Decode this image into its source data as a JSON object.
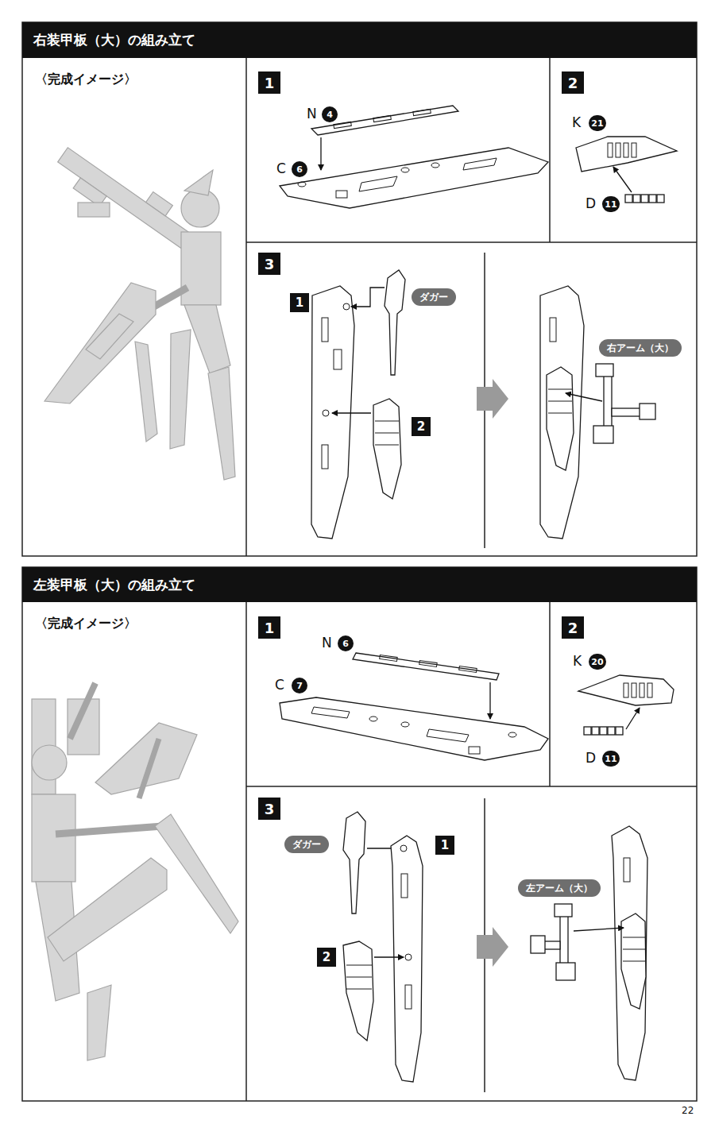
{
  "diagram": {
    "nodes": [
      {
        "text": [
          "右装甲板（大）の組み立て"
        ]
      },
      {
        "text": [
          "〈完成イメージ〉"
        ]
      },
      {
        "text": [
          "1"
        ]
      },
      {
        "text": [
          "4"
        ]
      },
      {
        "text": [
          "6"
        ]
      },
      {
        "text": [
          "2"
        ]
      },
      {
        "text": [
          "21"
        ]
      },
      {
        "text": [
          "11"
        ]
      },
      {
        "text": [
          "3"
        ]
      },
      {
        "text": [
          "1"
        ]
      },
      {
        "text": [
          "ダガー"
        ]
      },
      {
        "text": [
          "2"
        ]
      },
      {
        "text": [
          "右アーム（大）"
        ]
      },
      {
        "text": [
          "左装甲板（大）の組み立て"
        ]
      },
      {
        "text": [
          "〈完成イメージ〉"
        ]
      },
      {
        "text": [
          "1"
        ]
      },
      {
        "text": [
          "6"
        ]
      },
      {
        "text": [
          "7"
        ]
      },
      {
        "text": [
          "2"
        ]
      },
      {
        "text": [
          "20"
        ]
      },
      {
        "text": [
          "11"
        ]
      },
      {
        "text": [
          "3"
        ]
      },
      {
        "text": [
          "ダガー"
        ]
      },
      {
        "text": [
          "1"
        ]
      },
      {
        "text": [
          "2"
        ]
      },
      {
        "text": [
          "左アーム（大）"
        ]
      }
    ],
    "labels": [
      "N",
      "C",
      "K",
      "D",
      "N",
      "C",
      "K",
      "D",
      "22"
    ]
  }
}
